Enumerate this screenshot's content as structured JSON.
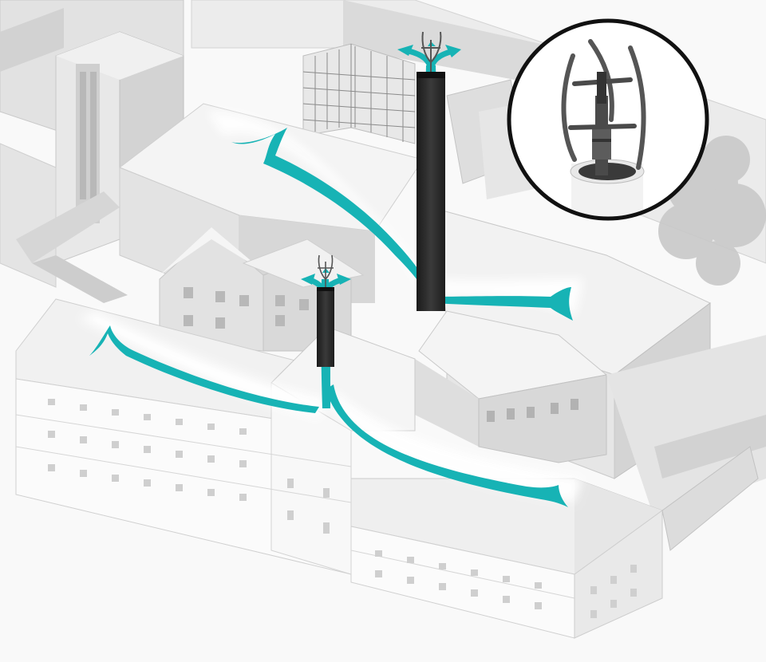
{
  "illustration": {
    "subject": "ventilation-chimney-airflow",
    "text_labels": []
  },
  "colors": {
    "accent": "#17B3B5",
    "accent_dark": "#0E8F92",
    "building_light": "#f3f3f3",
    "building_mid": "#dcdcdc",
    "building_shadow": "#bdbdbd",
    "roof": "#e6e6e6",
    "chimney": "#2b2b2b",
    "outline": "#111111"
  },
  "elements": {
    "chimneys": [
      "tall-chimney",
      "short-chimney"
    ],
    "flows": [
      "airflow-left-upper",
      "airflow-right-upper",
      "airflow-left-lower",
      "airflow-right-lower"
    ],
    "inset": "wind-turbine-detail"
  }
}
